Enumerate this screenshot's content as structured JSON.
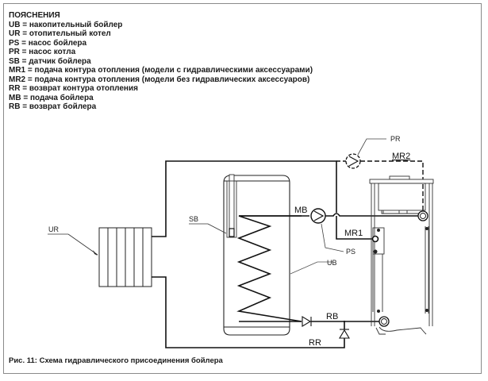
{
  "legend": {
    "title": "ПОЯСНЕНИЯ",
    "items": [
      {
        "code": "UB",
        "text": "UB = накопительный бойлер"
      },
      {
        "code": "UR",
        "text": "UR = отопительный котел"
      },
      {
        "code": "PS",
        "text": "PS = насос бойлера"
      },
      {
        "code": "PR",
        "text": "PR = насос котла"
      },
      {
        "code": "SB",
        "text": "SB = датчик бойлера"
      },
      {
        "code": "MR1",
        "text": "MR1 = подача контура отопления (модели с гидравлическими аксессуарами)"
      },
      {
        "code": "MR2",
        "text": "MR2 = подача контура отопления (модели без гидравлических аксессуаров)"
      },
      {
        "code": "RR",
        "text": "RR = возврат контура отопления"
      },
      {
        "code": "MB",
        "text": "MB = подача бойлера"
      },
      {
        "code": "RB",
        "text": "RB = возврат бойлера"
      }
    ]
  },
  "labels": {
    "ur": "UR",
    "sb": "SB",
    "ub": "UB",
    "ps": "PS",
    "pr": "PR",
    "mb": "MB",
    "mr1": "MR1",
    "mr2": "MR2",
    "rb": "RB",
    "rr": "RR"
  },
  "caption": "Рис. 11: Схема гидравлического присоединения бойлера"
}
